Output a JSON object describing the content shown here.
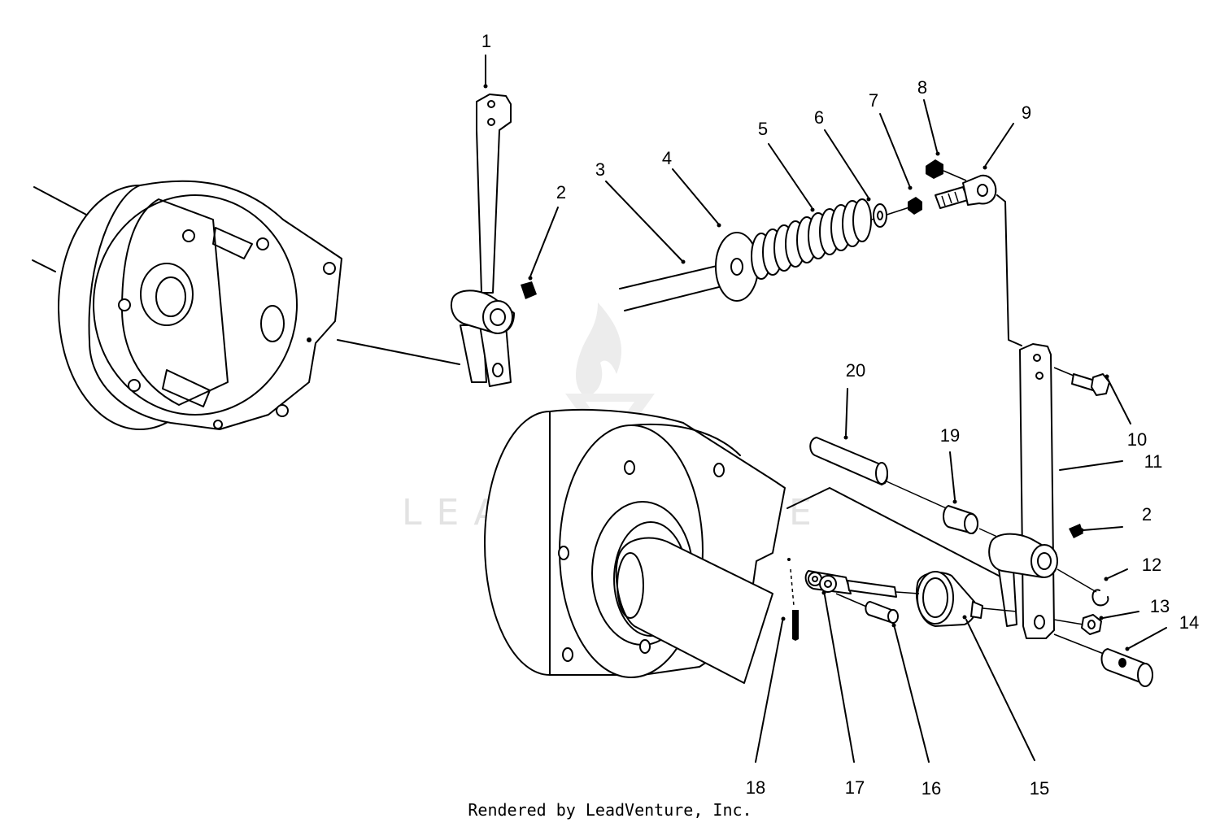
{
  "callouts": [
    {
      "id": "1",
      "label": "1"
    },
    {
      "id": "2a",
      "label": "2"
    },
    {
      "id": "3",
      "label": "3"
    },
    {
      "id": "4",
      "label": "4"
    },
    {
      "id": "5",
      "label": "5"
    },
    {
      "id": "6",
      "label": "6"
    },
    {
      "id": "7",
      "label": "7"
    },
    {
      "id": "8",
      "label": "8"
    },
    {
      "id": "9",
      "label": "9"
    },
    {
      "id": "10",
      "label": "10"
    },
    {
      "id": "11",
      "label": "11"
    },
    {
      "id": "2b",
      "label": "2"
    },
    {
      "id": "12",
      "label": "12"
    },
    {
      "id": "13",
      "label": "13"
    },
    {
      "id": "14",
      "label": "14"
    },
    {
      "id": "15",
      "label": "15"
    },
    {
      "id": "16",
      "label": "16"
    },
    {
      "id": "17",
      "label": "17"
    },
    {
      "id": "18",
      "label": "18"
    },
    {
      "id": "19",
      "label": "19"
    },
    {
      "id": "20",
      "label": "20"
    }
  ],
  "watermark": {
    "text": "LEADVENTURE"
  },
  "footer": {
    "text": "Rendered by LeadVenture, Inc."
  }
}
